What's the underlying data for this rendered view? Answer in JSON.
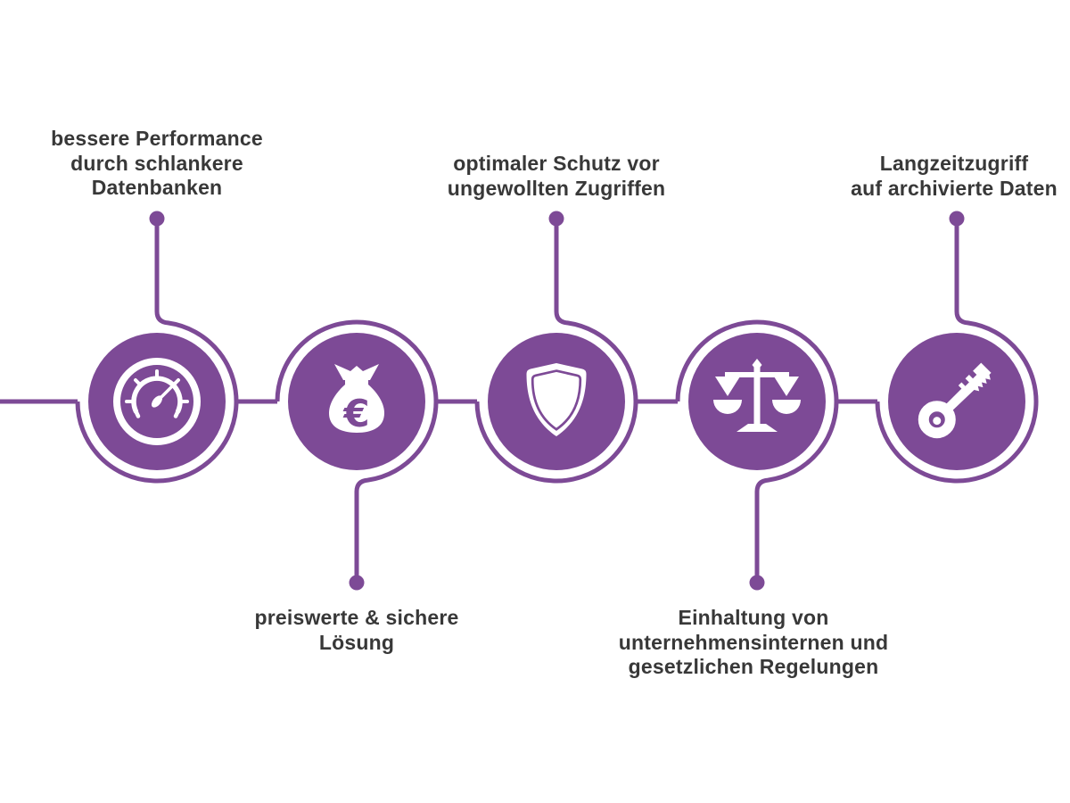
{
  "diagram": {
    "background_color": "#ffffff",
    "accent_color": "#7d4a96",
    "text_color": "#383838",
    "nodes": [
      {
        "id": "performance",
        "icon": "gauge-icon",
        "label_position": "top",
        "label_lines": [
          "bessere Performance",
          "durch schlankere",
          "Datenbanken"
        ]
      },
      {
        "id": "affordable-secure",
        "icon": "money-bag-icon",
        "label_position": "bottom",
        "currency_symbol": "€",
        "label_lines": [
          "preiswerte & sichere",
          "Lösung"
        ]
      },
      {
        "id": "protection",
        "icon": "shield-icon",
        "label_position": "top",
        "label_lines": [
          "optimaler Schutz vor",
          "ungewollten Zugriffen"
        ]
      },
      {
        "id": "compliance",
        "icon": "scales-icon",
        "label_position": "bottom",
        "label_lines": [
          "Einhaltung von",
          "unternehmensinternen und",
          "gesetzlichen Regelungen"
        ]
      },
      {
        "id": "long-term-access",
        "icon": "key-icon",
        "label_position": "top",
        "label_lines": [
          "Langzeitzugriff",
          "auf archivierte Daten"
        ]
      }
    ]
  }
}
